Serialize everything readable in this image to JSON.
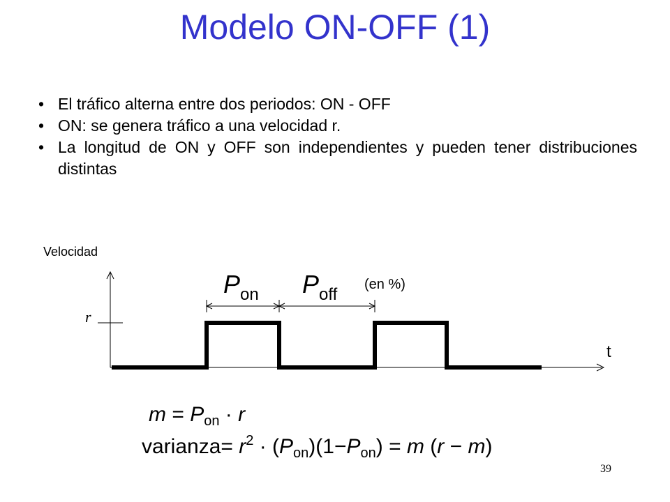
{
  "slide": {
    "title": "Modelo ON-OFF (1)",
    "number": "39"
  },
  "bullets": [
    {
      "marker": "•",
      "text": "El tráfico alterna entre dos periodos: ON - OFF"
    },
    {
      "marker": "•",
      "text": "ON: se genera tráfico a una velocidad r."
    },
    {
      "marker": "•",
      "text": "La longitud de ON y OFF son independientes y pueden tener distribuciones distintas"
    }
  ],
  "diagram": {
    "y_axis_label": "Velocidad",
    "x_axis_label": "t",
    "level_label": "r",
    "p_symbol": "P",
    "on_sub": "on",
    "off_sub": "off",
    "percent_note": "(en %)"
  },
  "formulas": {
    "mean": {
      "m": "m",
      "eq": " = ",
      "P": "P",
      "on": "on",
      "dot": " · ",
      "r": "r"
    },
    "variance": {
      "label": "varianza= ",
      "r": "r",
      "sq": "2",
      "dot": " · (",
      "P1": "P",
      "on1": "on",
      "mid": ")(1",
      "minus": "−",
      "P2": "P",
      "on2": "on",
      "close": ") = ",
      "m1": "m",
      "paren": " (",
      "r2": "r",
      "minus2": " − ",
      "m2": "m",
      "end": ")"
    }
  }
}
